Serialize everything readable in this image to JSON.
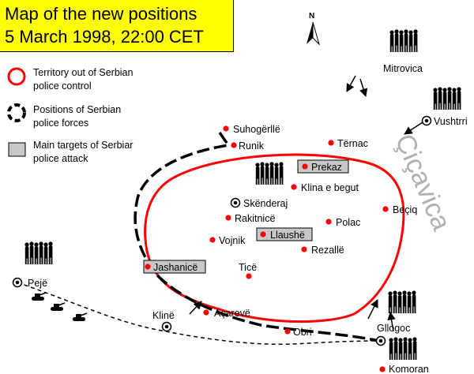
{
  "title": {
    "line1": "Map of the new positions",
    "line2": "5 March 1998, 22:00 CET"
  },
  "legend": {
    "territory": {
      "line1": "Territory out of Serbian",
      "line2": "police control"
    },
    "positions": {
      "line1": "Positions of Serbian",
      "line2": "police forces"
    },
    "targets": {
      "line1": "Main targets of Serbiar",
      "line2": "police attack"
    }
  },
  "north_label": "N",
  "region_label": "Çiçavica",
  "places": {
    "suhogerlle": "Suhogërllë",
    "runik": "Runik",
    "termac": "Tërnac",
    "prekaz": "Prekaz",
    "klina_e_begut": "Klina e begut",
    "skenderaj": "Skënderaj",
    "beciq": "Beçiq",
    "rakitnice": "Rakitnicë",
    "polac": "Polac",
    "vojnik": "Vojnik",
    "llaushe": "Llaushë",
    "rezalle": "Rezallë",
    "jashanice": "Jashanicë",
    "tice": "Ticë",
    "mitrovica": "Mitrovica",
    "vushtrri": "Vushtrri",
    "peje": "Pejë",
    "kline": "Klinë",
    "acarevo": "Açarevë",
    "obri": "Obri",
    "gllogoc": "Gllogoc",
    "komoran": "Komoran"
  },
  "colors": {
    "title_bg": "#ffff00",
    "territory": "#ff0000",
    "towns": "#ff0000",
    "police": "#000000",
    "target_box": "#c8c8c8",
    "region_text": "#b0b0b0"
  },
  "icons": [
    "soldiers-icon",
    "tank-icon",
    "north-arrow-icon",
    "movement-arrow-icon"
  ]
}
